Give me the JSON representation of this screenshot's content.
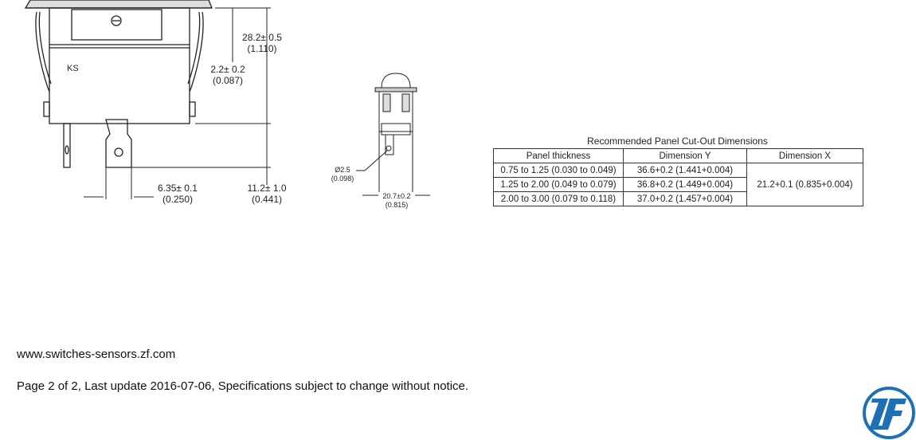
{
  "drawing_side": {
    "marking": "KS",
    "dim_height": {
      "mm": "28.2± 0.5",
      "in": "(1.110)"
    },
    "dim_flange": {
      "mm": "2.2± 0.2",
      "in": "(0.087)"
    },
    "dim_terminal_width": {
      "mm": "6.35± 0.1",
      "in": "(0.250)"
    },
    "dim_terminal_length": {
      "mm": "11.2± 1.0",
      "in": "(0.441)"
    }
  },
  "drawing_front": {
    "dim_hole": {
      "mm": "Ø2.5",
      "in": "(0.098)"
    },
    "dim_width": {
      "mm": "20.7±0.2",
      "in": "(0.815)"
    }
  },
  "cutout_table": {
    "title": "Recommended Panel Cut-Out Dimensions",
    "headers": [
      "Panel thickness",
      "Dimension Y",
      "Dimension X"
    ],
    "rows": [
      [
        "0.75 to 1.25 (0.030 to 0.049)",
        "36.6+0.2 (1.441+0.004)"
      ],
      [
        "1.25 to 2.00 (0.049 to 0.079)",
        "36.8+0.2 (1.449+0.004)"
      ],
      [
        "2.00 to 3.00 (0.079 to 0.118)",
        "37.0+0.2 (1.457+0.004)"
      ]
    ],
    "dimension_x": "21.2+0.1 (0.835+0.004)"
  },
  "footer": {
    "website": "www.switches-sensors.zf.com",
    "page_info": "Page 2 of 2, Last update 2016-07-06, Specifications subject to change without notice."
  },
  "logo": {
    "text": "ZF",
    "color": "#1f6fb7"
  }
}
